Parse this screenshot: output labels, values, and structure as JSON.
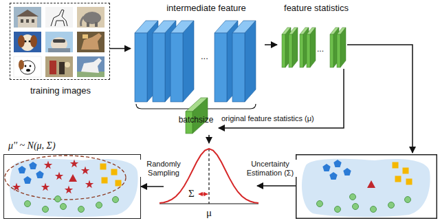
{
  "diagram": {
    "nodes": [
      {
        "text": [
          "training images"
        ]
      },
      {
        "text": [
          "intermediate feature",
          "batchsize"
        ]
      },
      {
        "text": [
          "feature statistics"
        ]
      },
      {
        "text": [
          "original feature statistics (μ)"
        ]
      },
      {
        "text": [
          "Σ",
          "μ"
        ]
      },
      {
        "text": [
          "μ'' ~ N(μ, Σ)"
        ]
      }
    ],
    "edges": [
      {
        "from": 0,
        "to": 1,
        "arrow": "to"
      },
      {
        "from": 1,
        "to": 2,
        "arrow": "to"
      },
      {
        "from": 2,
        "to": 3,
        "arrow": "to"
      },
      {
        "from": 3,
        "to": 4,
        "arrow": "to"
      },
      {
        "from": 4,
        "to": 5,
        "label": "Randomly Sampling",
        "arrow": "to"
      }
    ],
    "labels": [
      "...",
      "...",
      "Uncertainty Estimation (Σ)"
    ]
  }
}
